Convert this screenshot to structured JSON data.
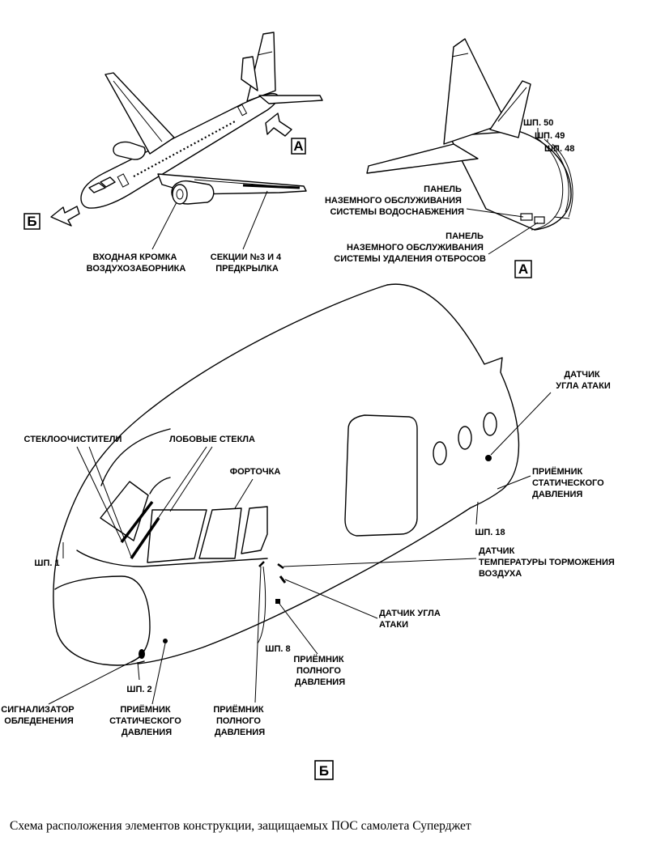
{
  "labels": {
    "box_a_top": "А",
    "box_b_top": "Б",
    "box_a_callout": "А",
    "box_b_bottom": "Б",
    "intake_edge": [
      "ВХОДНАЯ КРОМКА",
      "ВОЗДУХОЗАБОРНИКА"
    ],
    "slat_sections": [
      "СЕКЦИИ №3 И 4",
      "ПРЕДКРЫЛКА"
    ],
    "frame_50": "ШП. 50",
    "frame_49": "ШП. 49",
    "frame_48": "ШП. 48",
    "water_panel": [
      "ПАНЕЛЬ",
      "НАЗЕМНОГО ОБСЛУЖИВАНИЯ",
      "СИСТЕМЫ ВОДОСНАБЖЕНИЯ"
    ],
    "waste_panel": [
      "ПАНЕЛЬ",
      "НАЗЕМНОГО ОБСЛУЖИВАНИЯ",
      "СИСТЕМЫ УДАЛЕНИЯ ОТБРОСОВ"
    ],
    "aoa_sensor_rear": [
      "ДАТЧИК",
      "УГЛА АТАКИ"
    ],
    "static_receiver_rear": [
      "ПРИЁМНИК",
      "СТАТИЧЕСКОГО",
      "ДАВЛЕНИЯ"
    ],
    "frame_18": "ШП. 18",
    "tat_sensor": [
      "ДАТЧИК",
      "ТЕМПЕРАТУРЫ ТОРМОЖЕНИЯ",
      "ВОЗДУХА"
    ],
    "aoa_sensor_front": [
      "ДАТЧИК УГЛА",
      "АТАКИ"
    ],
    "pitot_right": [
      "ПРИЁМНИК",
      "ПОЛНОГО",
      "ДАВЛЕНИЯ"
    ],
    "wipers": "СТЕКЛООЧИСТИТЕЛИ",
    "windshields": "ЛОБОВЫЕ СТЕКЛА",
    "side_window": "ФОРТОЧКА",
    "frame_1": "ШП. 1",
    "frame_8": "ШП. 8",
    "frame_2": "ШП. 2",
    "ice_detector": [
      "СИГНАЛИЗАТОР",
      "ОБЛЕДЕНЕНИЯ"
    ],
    "static_receiver_front": [
      "ПРИЁМНИК",
      "СТАТИЧЕСКОГО",
      "ДАВЛЕНИЯ"
    ],
    "pitot_front": [
      "ПРИЁМНИК",
      "ПОЛНОГО",
      "ДАВЛЕНИЯ"
    ]
  },
  "caption": "Схема расположения элементов конструкции, защищаемых ПОС самолета Суперджет"
}
